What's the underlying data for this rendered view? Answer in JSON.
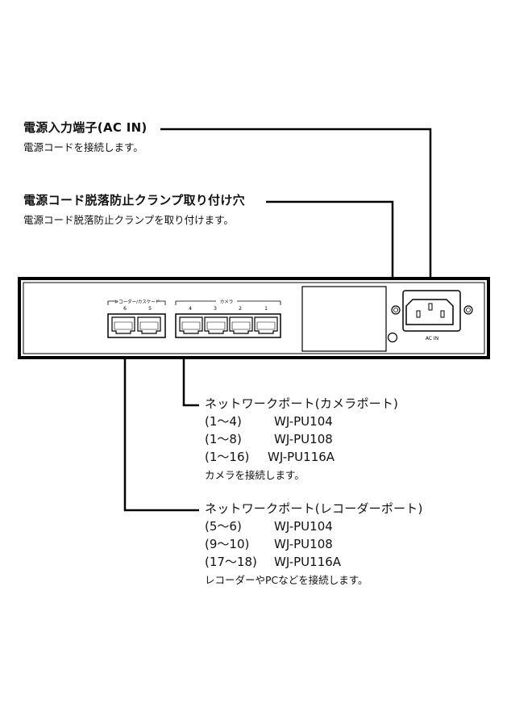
{
  "callouts": {
    "ac_in": {
      "title": "電源入力端子(AC IN)",
      "desc": "電源コードを接続します。"
    },
    "clamp": {
      "title": "電源コード脱落防止クランプ取り付け穴",
      "desc": "電源コード脱落防止クランプを取り付けます。"
    },
    "camera_ports": {
      "title": "ネットワークポート(カメラポート)",
      "models": [
        {
          "range": "(1〜4)",
          "model": "WJ-PU104"
        },
        {
          "range": "(1〜8)",
          "model": "WJ-PU108"
        },
        {
          "range": "(1〜16)",
          "model": "WJ-PU116A"
        }
      ],
      "desc": "カメラを接続します。"
    },
    "recorder_ports": {
      "title": "ネットワークポート(レコーダーポート)",
      "models": [
        {
          "range": "(5〜6)",
          "model": "WJ-PU104"
        },
        {
          "range": "(9〜10)",
          "model": "WJ-PU108"
        },
        {
          "range": "(17〜18)",
          "model": "WJ-PU116A"
        }
      ],
      "desc": "レコーダーやPCなどを接続します。"
    }
  },
  "panel": {
    "recorder_group_label": "レコーダー/カスケード",
    "recorder_port_numbers": [
      "6",
      "5"
    ],
    "camera_group_label": "カメラ",
    "camera_port_numbers": [
      "4",
      "3",
      "2",
      "1"
    ],
    "ac_in_label": "AC IN"
  }
}
